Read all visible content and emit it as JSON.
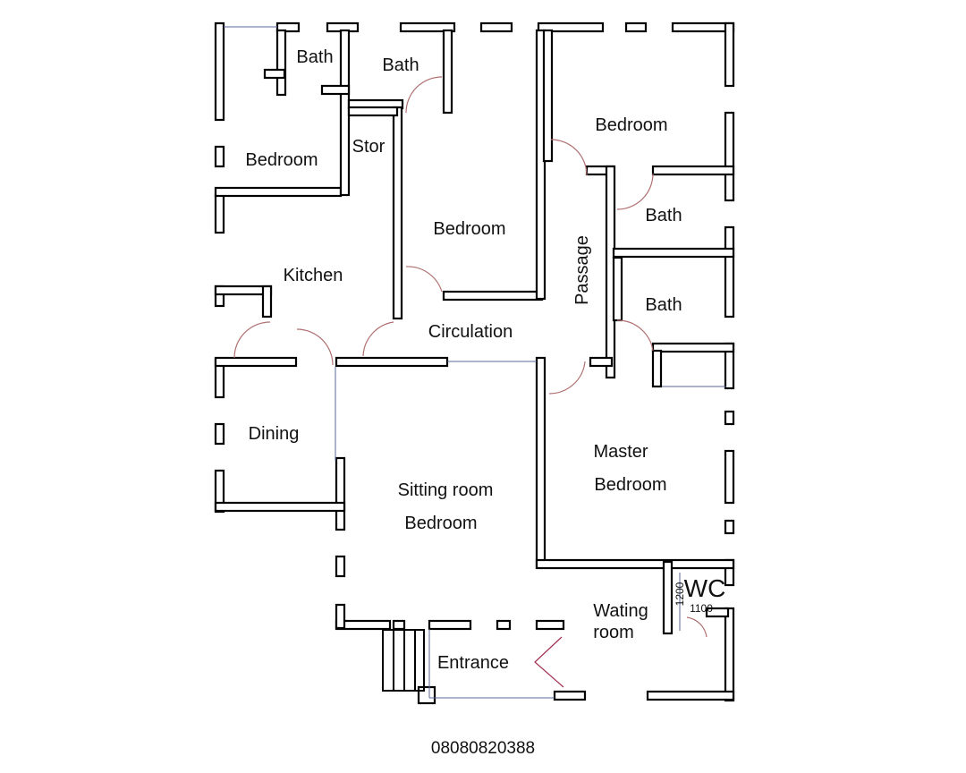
{
  "rooms": {
    "bath_topleft": "Bath",
    "bath_top": "Bath",
    "bedroom_topleft": "Bedroom",
    "stor": "Stor",
    "bedroom_center": "Bedroom",
    "kitchen": "Kitchen",
    "circulation": "Circulation",
    "bedroom_topright": "Bedroom",
    "bath_right1": "Bath",
    "passage": "Passage",
    "bath_right2": "Bath",
    "dining": "Dining",
    "sitting_line1": "Sitting room",
    "sitting_line2": "Bedroom",
    "master_line1": "Master",
    "master_line2": "Bedroom",
    "waiting_line1": "Wating",
    "waiting_line2": "room",
    "wc": "WC",
    "wc_dim_1": "1200",
    "wc_dim_2": "1100",
    "entrance": "Entrance"
  },
  "contact": "08080820388",
  "colors": {
    "wall": "#000000",
    "fill": "#ffffff",
    "door_arc": "#b07070",
    "window": "#5a6a9a"
  }
}
